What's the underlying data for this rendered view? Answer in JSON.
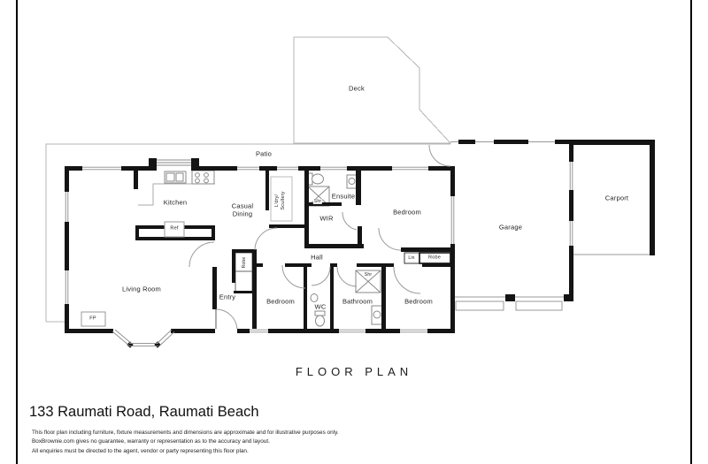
{
  "colors": {
    "wall": "#141414",
    "outdoor_outline": "#b4b4b4",
    "fixture": "#8a8a8a"
  },
  "titles": {
    "floor_plan": "FLOOR PLAN",
    "address": "133 Raumati Road, Raumati Beach"
  },
  "disclaimer": {
    "line1": "This floor plan including furniture, fixture measurements and dimensions are approximate and for illustrative purposes only.",
    "line2": "BoxBrownie.com gives no guarantee, warranty or representation as to the accuracy and layout.",
    "line3": "All enquiries must be directed to the agent, vendor or party representing this floor plan."
  },
  "labels": {
    "deck": "Deck",
    "patio": "Patio",
    "kitchen": "Kitchen",
    "casual_dining": "Casual\nDining",
    "scullery": "L'dry/\nScullery",
    "ensuite": "Ensuite",
    "wir": "WIR",
    "bedroom_master": "Bedroom",
    "garage": "Garage",
    "carport": "Carport",
    "living_room": "Living Room",
    "entry": "Entry",
    "hall": "Hall",
    "bedroom_2": "Bedroom",
    "wc": "WC",
    "bathroom": "Bathroom",
    "bedroom_3": "Bedroom",
    "ref": "Ref",
    "fp": "FP",
    "shr_ensuite": "Shr",
    "shr_bathroom": "Shr",
    "lin": "Lin",
    "robe_hall": "Robe",
    "robe_entry": "Robe"
  }
}
